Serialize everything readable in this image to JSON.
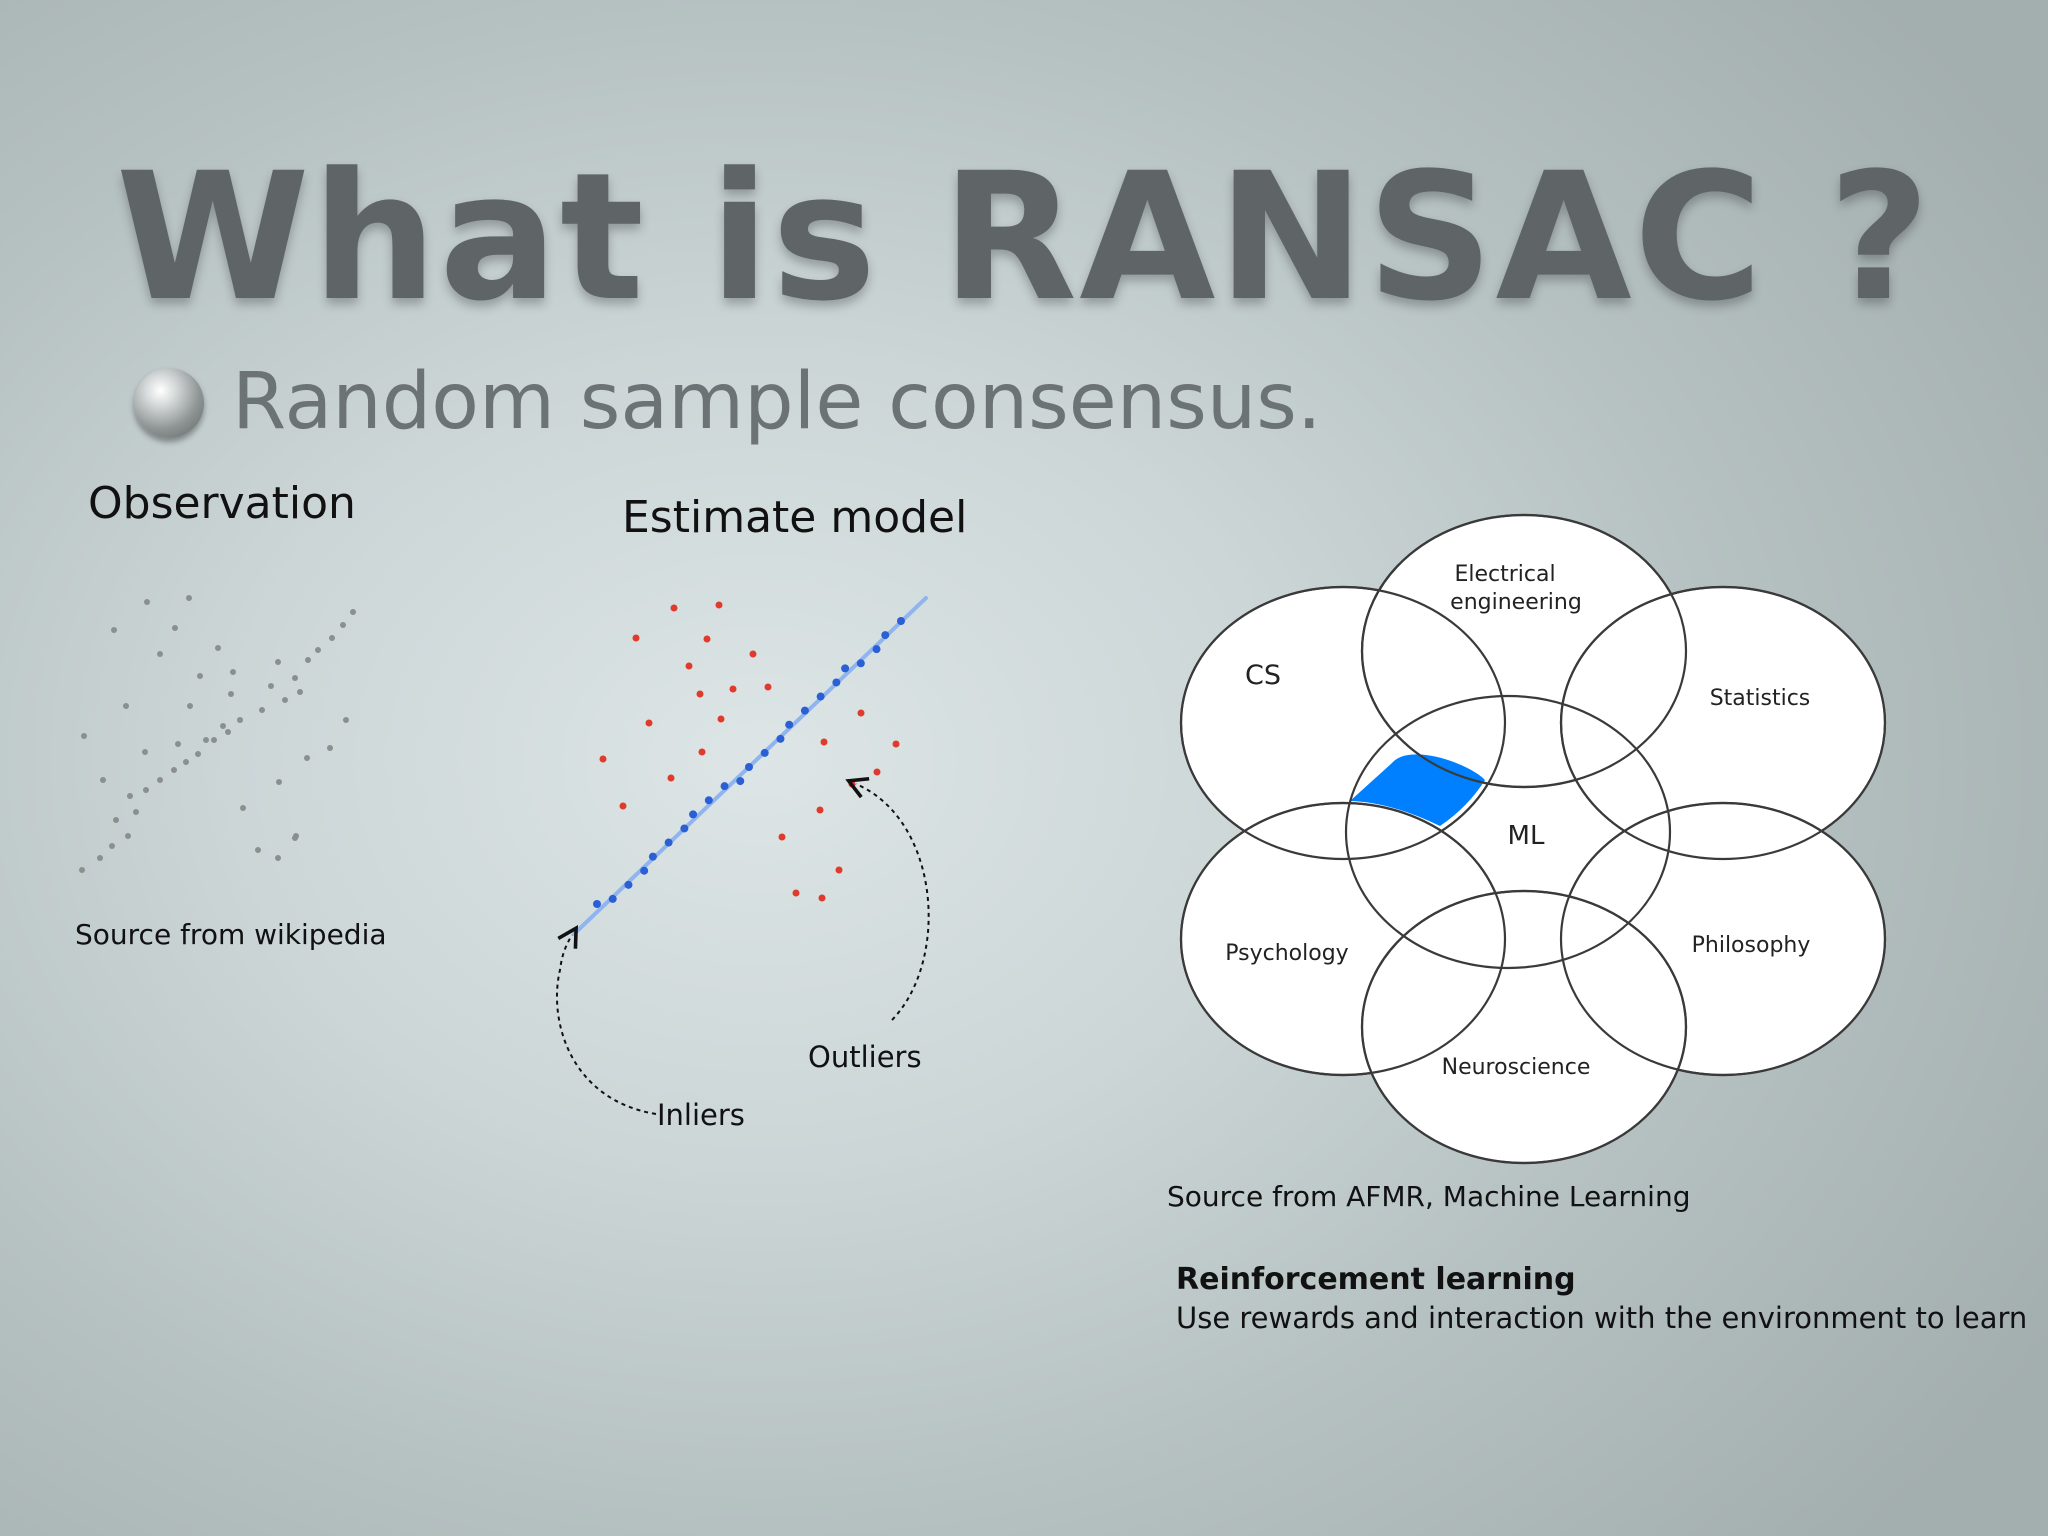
{
  "slide": {
    "title": "What is RANSAC ?",
    "bullet": "Random sample consensus."
  },
  "observation": {
    "heading": "Observation",
    "source": "Source from wikipedia"
  },
  "estimate": {
    "heading": "Estimate model",
    "outliers_label": "Outliers",
    "inliers_label": "Inliers"
  },
  "venn": {
    "source": "Source from AFMR, Machine Learning",
    "center_label": "ML",
    "field_labels": [
      "CS",
      "Electrical",
      "engineering",
      "Statistics",
      "Psychology",
      "Philosophy",
      "Neuroscience"
    ],
    "highlight_color": "#0080ff"
  },
  "rl": {
    "title": "Reinforcement learning",
    "description": "Use rewards and interaction with the environment to learn"
  },
  "colors": {
    "observation_points": "#8a8f90",
    "outlier_points": "#e03a2c",
    "inlier_points": "#2a5fd6",
    "model_line": "#8fb4ee"
  }
}
